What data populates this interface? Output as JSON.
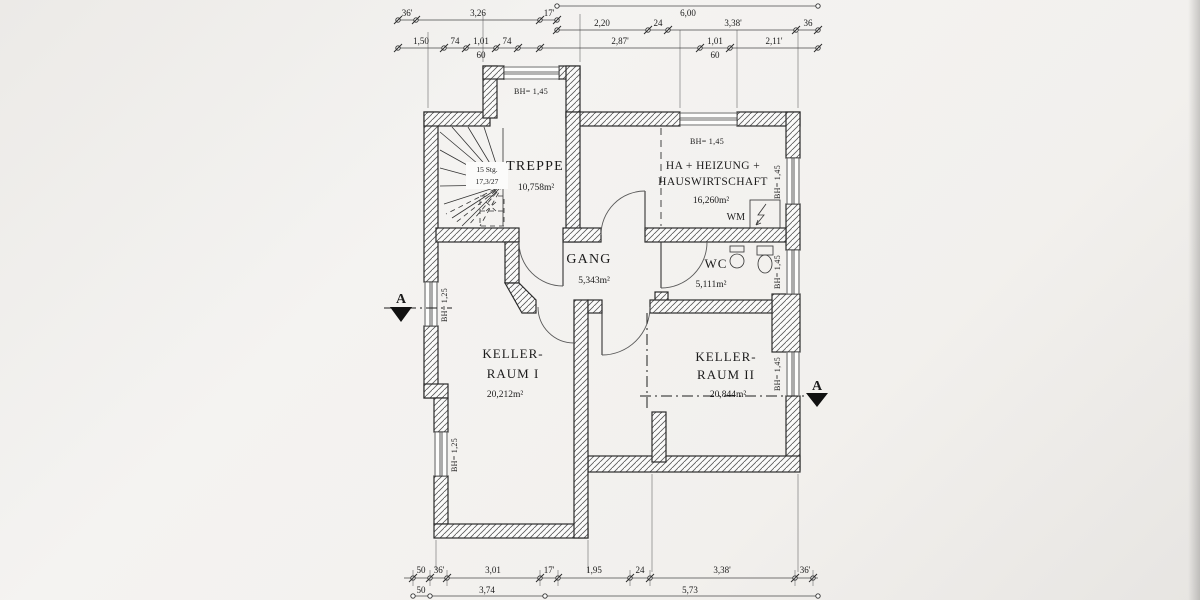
{
  "plan": {
    "rooms": {
      "treppe": {
        "name": "TREPPE",
        "area": "10,758m²"
      },
      "ha": {
        "name_line1": "HA + HEIZUNG +",
        "name_line2": "HAUSWIRTSCHAFT",
        "area": "16,260m²"
      },
      "gang": {
        "name": "GANG",
        "area": "5,343m²"
      },
      "wc": {
        "name": "WC",
        "area": "5,111m²"
      },
      "keller1": {
        "name_line1": "KELLER-",
        "name_line2": "RAUM I",
        "area": "20,212m²"
      },
      "keller2": {
        "name_line1": "KELLER-",
        "name_line2": "RAUM II",
        "area": "20,844m²"
      }
    },
    "stair": {
      "line1": "15 Stg.",
      "line2": "17,3/27"
    },
    "labels": {
      "wm": "WM",
      "section_a": "A"
    },
    "window_labels": {
      "bh145": "BH= 1,45",
      "bh125": "BH= 1,25"
    }
  },
  "dimensions": {
    "top_row1": [
      "36'",
      "3,26",
      "17'",
      "2,20",
      "24",
      "3,38'",
      "36"
    ],
    "top_overall": "6,00",
    "top_row2": [
      "1,50",
      "74",
      "1,01",
      "60",
      "74",
      "2,87'",
      "1,01",
      "60",
      "2,11'"
    ],
    "bottom_row1": [
      "50",
      "36'",
      "3,01",
      "17'",
      "1,95",
      "24",
      "3,38'",
      "36'"
    ],
    "bottom_row2": [
      "50",
      "3,74",
      "5,73"
    ]
  },
  "colors": {
    "ink": "#2b2b2b",
    "paper": "#f1efec",
    "hatch": "#5a5a5a"
  }
}
